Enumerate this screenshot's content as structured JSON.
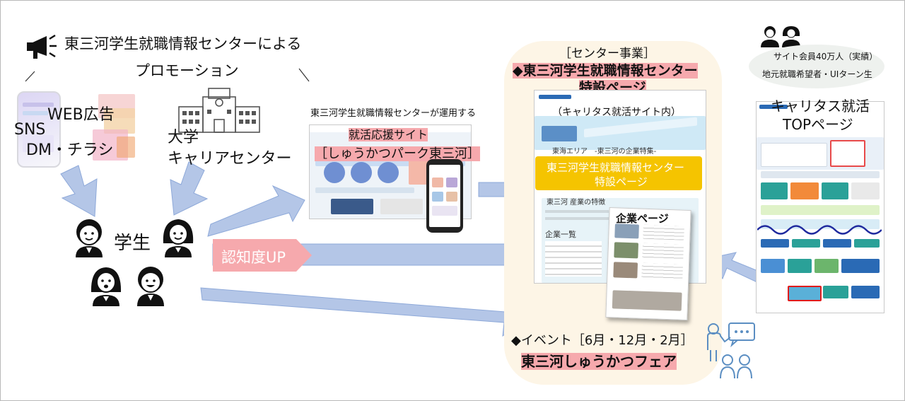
{
  "promo": {
    "title_line1": "東三河学生就職情報センターによる",
    "title_line2": "プロモーション",
    "web_ad": "WEB広告",
    "sns": "SNS",
    "dm": "DM・チラシ",
    "univ_line1": "大学",
    "univ_line2": "キャリアセンター"
  },
  "students": {
    "label": "学生",
    "awareness": "認知度UP"
  },
  "site": {
    "caption": "東三河学生就職情報センターが運用する",
    "name_line1": "就活応援サイト",
    "name_line2": "［しゅうかつパーク東三河］"
  },
  "center": {
    "bracket_label": "［センター事業］",
    "title_line1": "◆東三河学生就職情報センター",
    "title_line2": "特設ページ",
    "sub": "（キャリタス就活サイト内）",
    "mock_banner_line1": "東三河学生就職情報センター",
    "mock_banner_line2": "特設ページ",
    "mock_area": "東海エリア　-東三河の企業特集-",
    "mock_section": "東三河 産業の特徴",
    "mock_list": "企業一覧",
    "company_page": "企業ページ"
  },
  "event": {
    "line1": "◆イベント［6月・12月・2月］",
    "line2": "東三河しゅうかつフェア"
  },
  "caritas": {
    "members": "サイト会員40万人（実績）",
    "target": "地元就職希望者・UIターン生",
    "title_line1": "キャリタス就活",
    "title_line2": "TOPページ"
  },
  "colors": {
    "arrow": "#b4c6e7",
    "arrow_border": "#8ea9d9",
    "highlight": "#f6a9ad",
    "bubble": "#fdf5e6",
    "banner": "#f5c400",
    "teal": "#2aa198"
  }
}
